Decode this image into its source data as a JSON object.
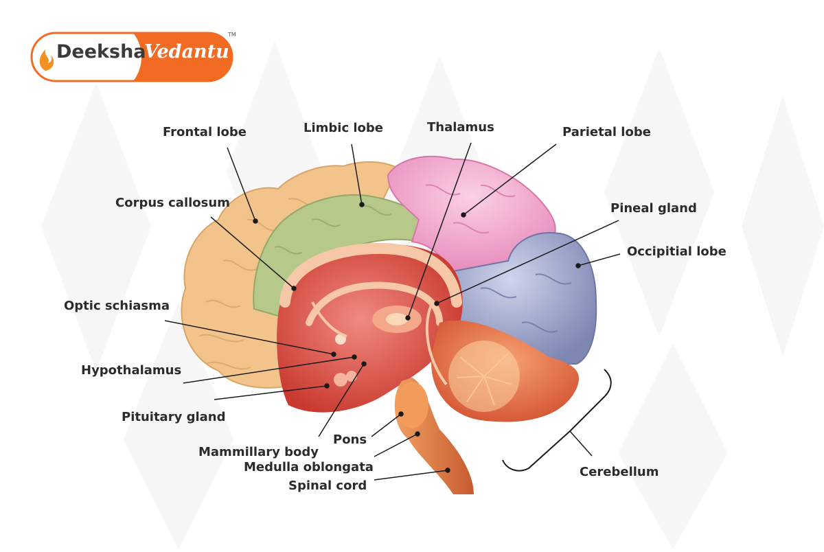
{
  "logo": {
    "left_text": "Deeksha",
    "right_text": "Vedantu",
    "trademark": "TM"
  },
  "labels": {
    "frontal_lobe": "Frontal lobe",
    "limbic_lobe": "Limbic lobe",
    "thalamus": "Thalamus",
    "parietal_lobe": "Parietal lobe",
    "corpus_callosum": "Corpus callosum",
    "pineal_gland": "Pineal gland",
    "occipital_lobe": "Occipitial lobe",
    "optic_chiasma": "Optic schiasma",
    "hypothalamus": "Hypothalamus",
    "pituitary_gland": "Pituitary gland",
    "pons": "Pons",
    "mammillary_body": "Mammillary body",
    "medulla_oblongata": "Medulla oblongata",
    "spinal_cord": "Spinal cord",
    "cerebellum": "Cerebellum"
  },
  "colors": {
    "frontal": "#f2c48c",
    "limbic": "#b6c98a",
    "parietal": "#f1a6cc",
    "occipital": "#9ea6c9",
    "inner": "#e0544c",
    "cerebellum": "#e9744a",
    "brainstem": "#e88a4c",
    "logo_orange": "#f26b22"
  }
}
